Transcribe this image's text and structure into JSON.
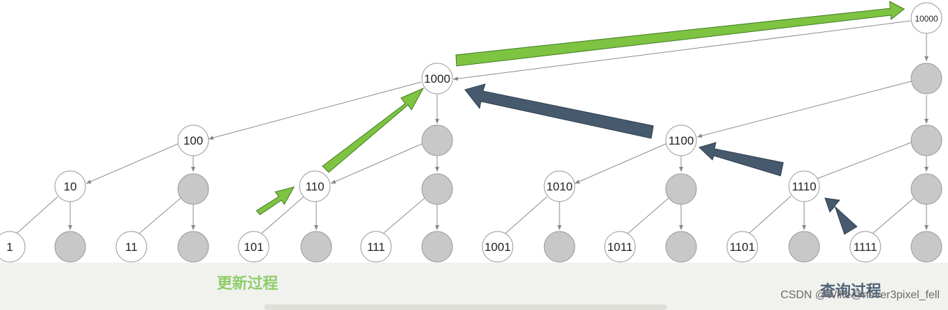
{
  "nodes": [
    {
      "id": "n1",
      "label": "1"
    },
    {
      "id": "n10",
      "label": "10"
    },
    {
      "id": "n11",
      "label": "11"
    },
    {
      "id": "n100",
      "label": "100"
    },
    {
      "id": "n101",
      "label": "101"
    },
    {
      "id": "n110",
      "label": "110"
    },
    {
      "id": "n111",
      "label": "111"
    },
    {
      "id": "n1000",
      "label": "1000"
    },
    {
      "id": "n1001",
      "label": "1001"
    },
    {
      "id": "n1010",
      "label": "1010"
    },
    {
      "id": "n1011",
      "label": "1011"
    },
    {
      "id": "n1100",
      "label": "1100"
    },
    {
      "id": "n1101",
      "label": "1101"
    },
    {
      "id": "n1110",
      "label": "1110"
    },
    {
      "id": "n1111",
      "label": "1111"
    },
    {
      "id": "n10000",
      "label": "10000"
    }
  ],
  "captions": {
    "update": "更新过程",
    "query": "查询过程"
  },
  "watermark": "CSDN @Wllte@never3pixel_fell",
  "colors": {
    "update_arrow": "#7ec341",
    "query_arrow": "#46596d",
    "empty_node": "#c8c8c8",
    "edge": "#888888"
  }
}
